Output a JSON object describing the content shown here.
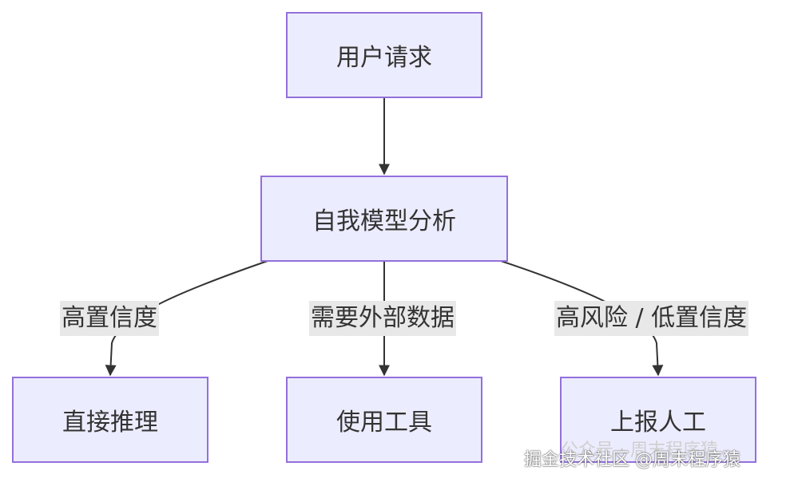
{
  "nodes": {
    "request": "用户请求",
    "analysis": "自我模型分析",
    "direct": "直接推理",
    "tools": "使用工具",
    "human": "上报人工"
  },
  "edges": {
    "high_confidence": "高置信度",
    "need_external_data": "需要外部数据",
    "high_risk_low_confidence": "高风险 / 低置信度"
  },
  "watermark": {
    "faint": "公众号 · 周末程序猿",
    "main": "掘金技术社区 @周末程序猿"
  },
  "colors": {
    "node_fill": "#ECECFF",
    "node_border": "#9370DB",
    "edge": "#333333",
    "label_bg": "#E8E8E8"
  }
}
